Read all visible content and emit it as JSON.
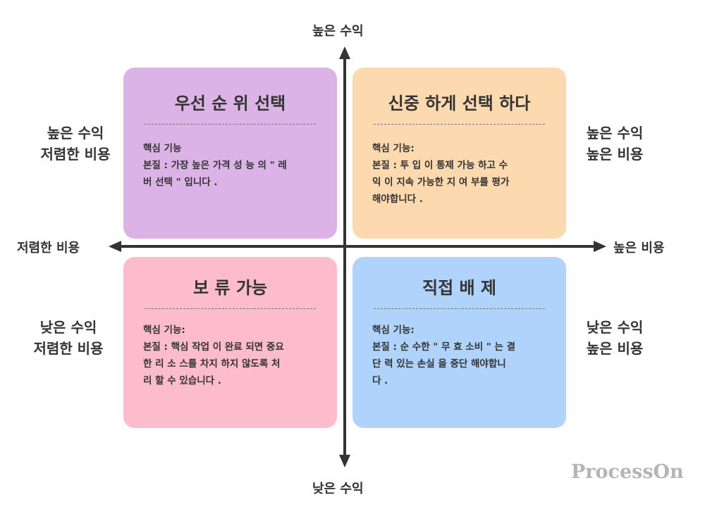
{
  "axes": {
    "top": "높은 수익",
    "bottom": "낮은 수익",
    "left": "저렴한 비용",
    "right": "높은 비용"
  },
  "side_labels": {
    "top_left": [
      "높은 수익",
      "저렴한 비용"
    ],
    "top_right": [
      "높은 수익",
      "높은 비용"
    ],
    "bottom_left": [
      "낮은 수익",
      "저렴한 비용"
    ],
    "bottom_right": [
      "낮은 수익",
      "높은 비용"
    ]
  },
  "quadrants": {
    "top_left": {
      "title": "우선 순 위 선택",
      "color": "#dcb3e6",
      "lines": [
        "핵심 기능",
        "본질 : 가장 높은 가격 성 능 의 \" 레",
        "버 선택 \" 입니다 ."
      ]
    },
    "top_right": {
      "title": "신중 하게 선택 하다",
      "color": "#fdd9b0",
      "lines": [
        "핵심 기능:",
        "본질 : 투 입 이 통제 가능 하고 수",
        "익 이 지속 가능한 지 여 부를 평가",
        "해야합니다 ."
      ]
    },
    "bottom_left": {
      "title": "보 류 가능",
      "color": "#fdbccb",
      "lines": [
        "핵심 기능:",
        "본질 : 핵심 작업 이 완료 되면 중요",
        "한 리 소 스를 차지 하지 않도록 처",
        "리 할 수 있습니다 ."
      ]
    },
    "bottom_right": {
      "title": "직접 배 제",
      "color": "#b0d3fb",
      "lines": [
        "핵심 기능:",
        "본질 : 순 수한 \" 무 효 소비 \" 는 결",
        "단 력 있는 손실 을 중단 해야합니",
        "다 ."
      ]
    }
  },
  "watermark": "ProcessOn"
}
